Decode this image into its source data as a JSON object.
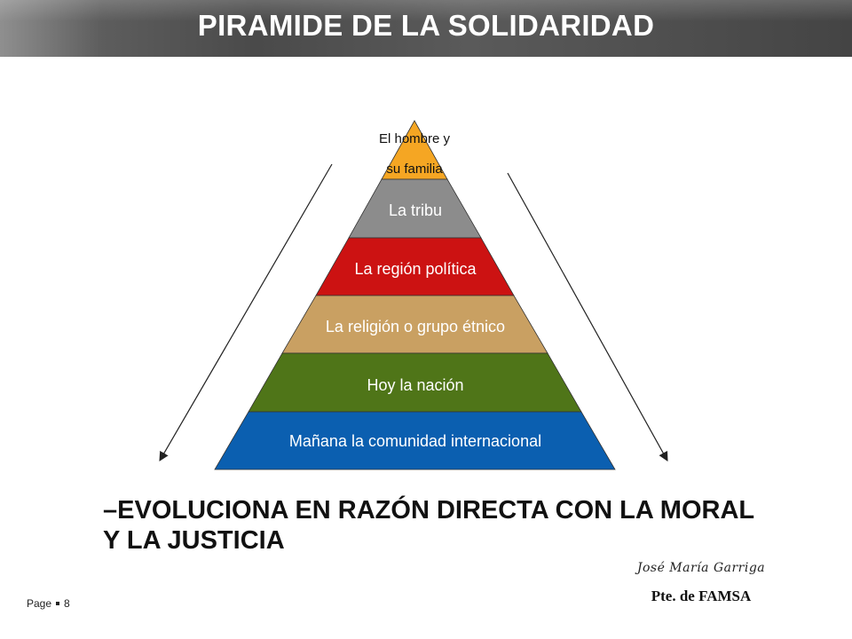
{
  "slide": {
    "title": "PIRAMIDE DE LA SOLIDARIDAD",
    "statement": "–EVOLUCIONA EN RAZÓN DIRECTA CON LA MORAL Y LA JUSTICIA",
    "signature_name": "José María Garriga",
    "signature_role": "Pte. de FAMSA",
    "page_label": "Page",
    "page_number": "8"
  },
  "pyramid": {
    "levels": [
      {
        "label": "El hombre y",
        "label_line2": "su familia",
        "color": "#F5A623"
      },
      {
        "label": "La tribu",
        "color": "#8C8C8C"
      },
      {
        "label": "La región política",
        "color": "#CC1212"
      },
      {
        "label": "La religión o grupo étnico",
        "color": "#C9A062"
      },
      {
        "label": "Hoy la nación",
        "color": "#4F7518"
      },
      {
        "label": "Mañana la comunidad internacional",
        "color": "#0B5FB0"
      }
    ]
  },
  "colors": {
    "title_bar": "#4A4A4A",
    "title_text": "#FFFFFF",
    "arrow": "#222222"
  },
  "icons": [
    "down-left-arrow-icon",
    "down-right-arrow-icon"
  ]
}
